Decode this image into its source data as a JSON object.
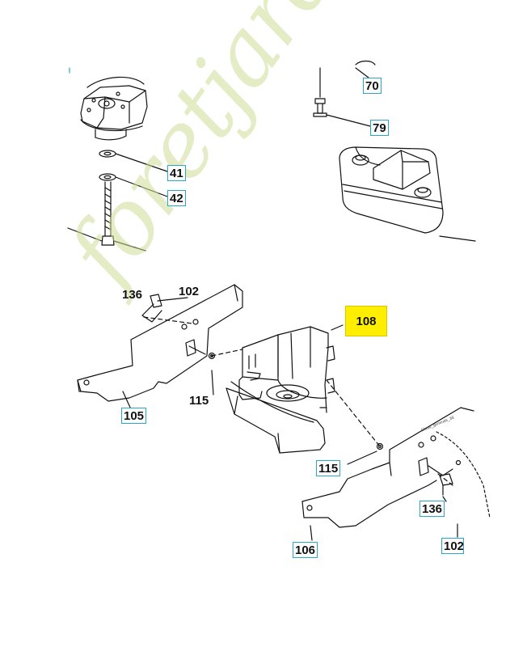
{
  "callouts": {
    "c70": "70",
    "c79": "79",
    "c41": "41",
    "c42": "42",
    "c136a": "136",
    "c102a": "102",
    "c108": "108",
    "c115a": "115",
    "c105": "105",
    "c115b": "115",
    "c136b": "136",
    "c106": "106",
    "c102b": "102"
  },
  "drawing_ref": "Gluud_generals_38",
  "watermark": "foretjardin.com",
  "colors": {
    "callout_border": "#2aa8c8",
    "highlight": "#ffee00",
    "watermark": "#cddc96"
  }
}
